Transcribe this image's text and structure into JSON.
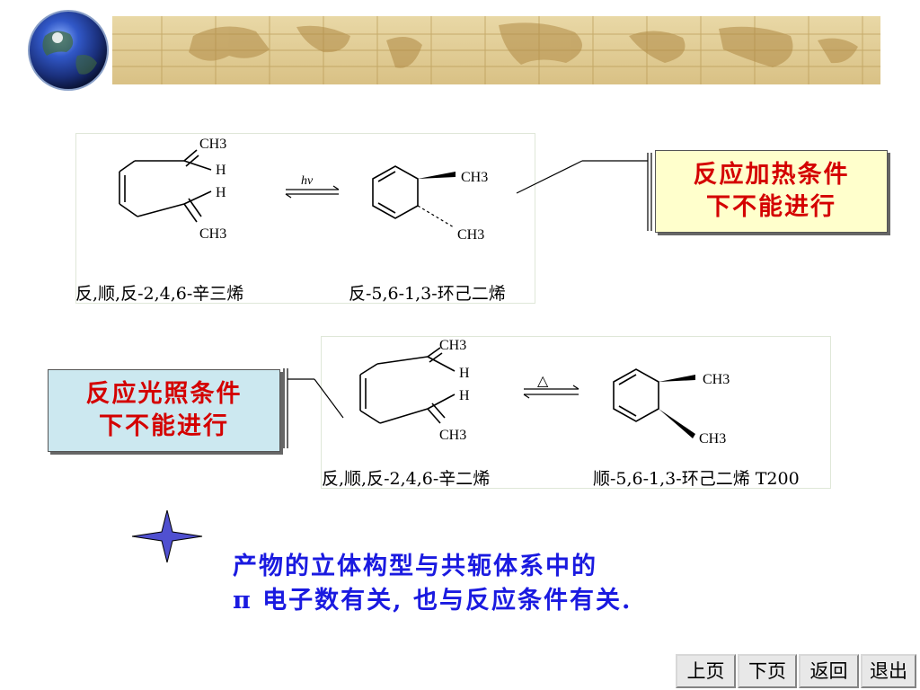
{
  "banner": {
    "globe_icon": "globe-icon",
    "background": "world-map-parchment"
  },
  "reaction1": {
    "reactant_labels": [
      "CH3",
      "H",
      "H",
      "CH3"
    ],
    "condition": "hv",
    "product_labels": [
      "CH3",
      "CH3"
    ],
    "reactant_name": "反,顺,反-2,4,6-辛三烯",
    "product_name": "反-5,6-1,3-环己二烯",
    "note_line1": "反应加热条件",
    "note_line2": "下不能进行",
    "note_bg": "#ffffcc"
  },
  "reaction2": {
    "reactant_labels": [
      "CH3",
      "H",
      "H",
      "CH3"
    ],
    "condition": "△",
    "product_labels": [
      "CH3",
      "CH3"
    ],
    "reactant_name": "反,顺,反-2,4,6-辛二烯",
    "product_name": "顺-5,6-1,3-环己二烯 T200",
    "note_line1": "反应光照条件",
    "note_line2": "下不能进行",
    "note_bg": "#cce8f0"
  },
  "conclusion": {
    "line1": "产物的立体构型与共轭体系中的",
    "line2": "π 电子数有关, 也与反应条件有关."
  },
  "nav": {
    "prev": "上页",
    "next": "下页",
    "back": "返回",
    "exit": "退出"
  },
  "colors": {
    "note_text": "#d40000",
    "conclusion_text": "#1a1ae0",
    "star": "#5050d0"
  }
}
